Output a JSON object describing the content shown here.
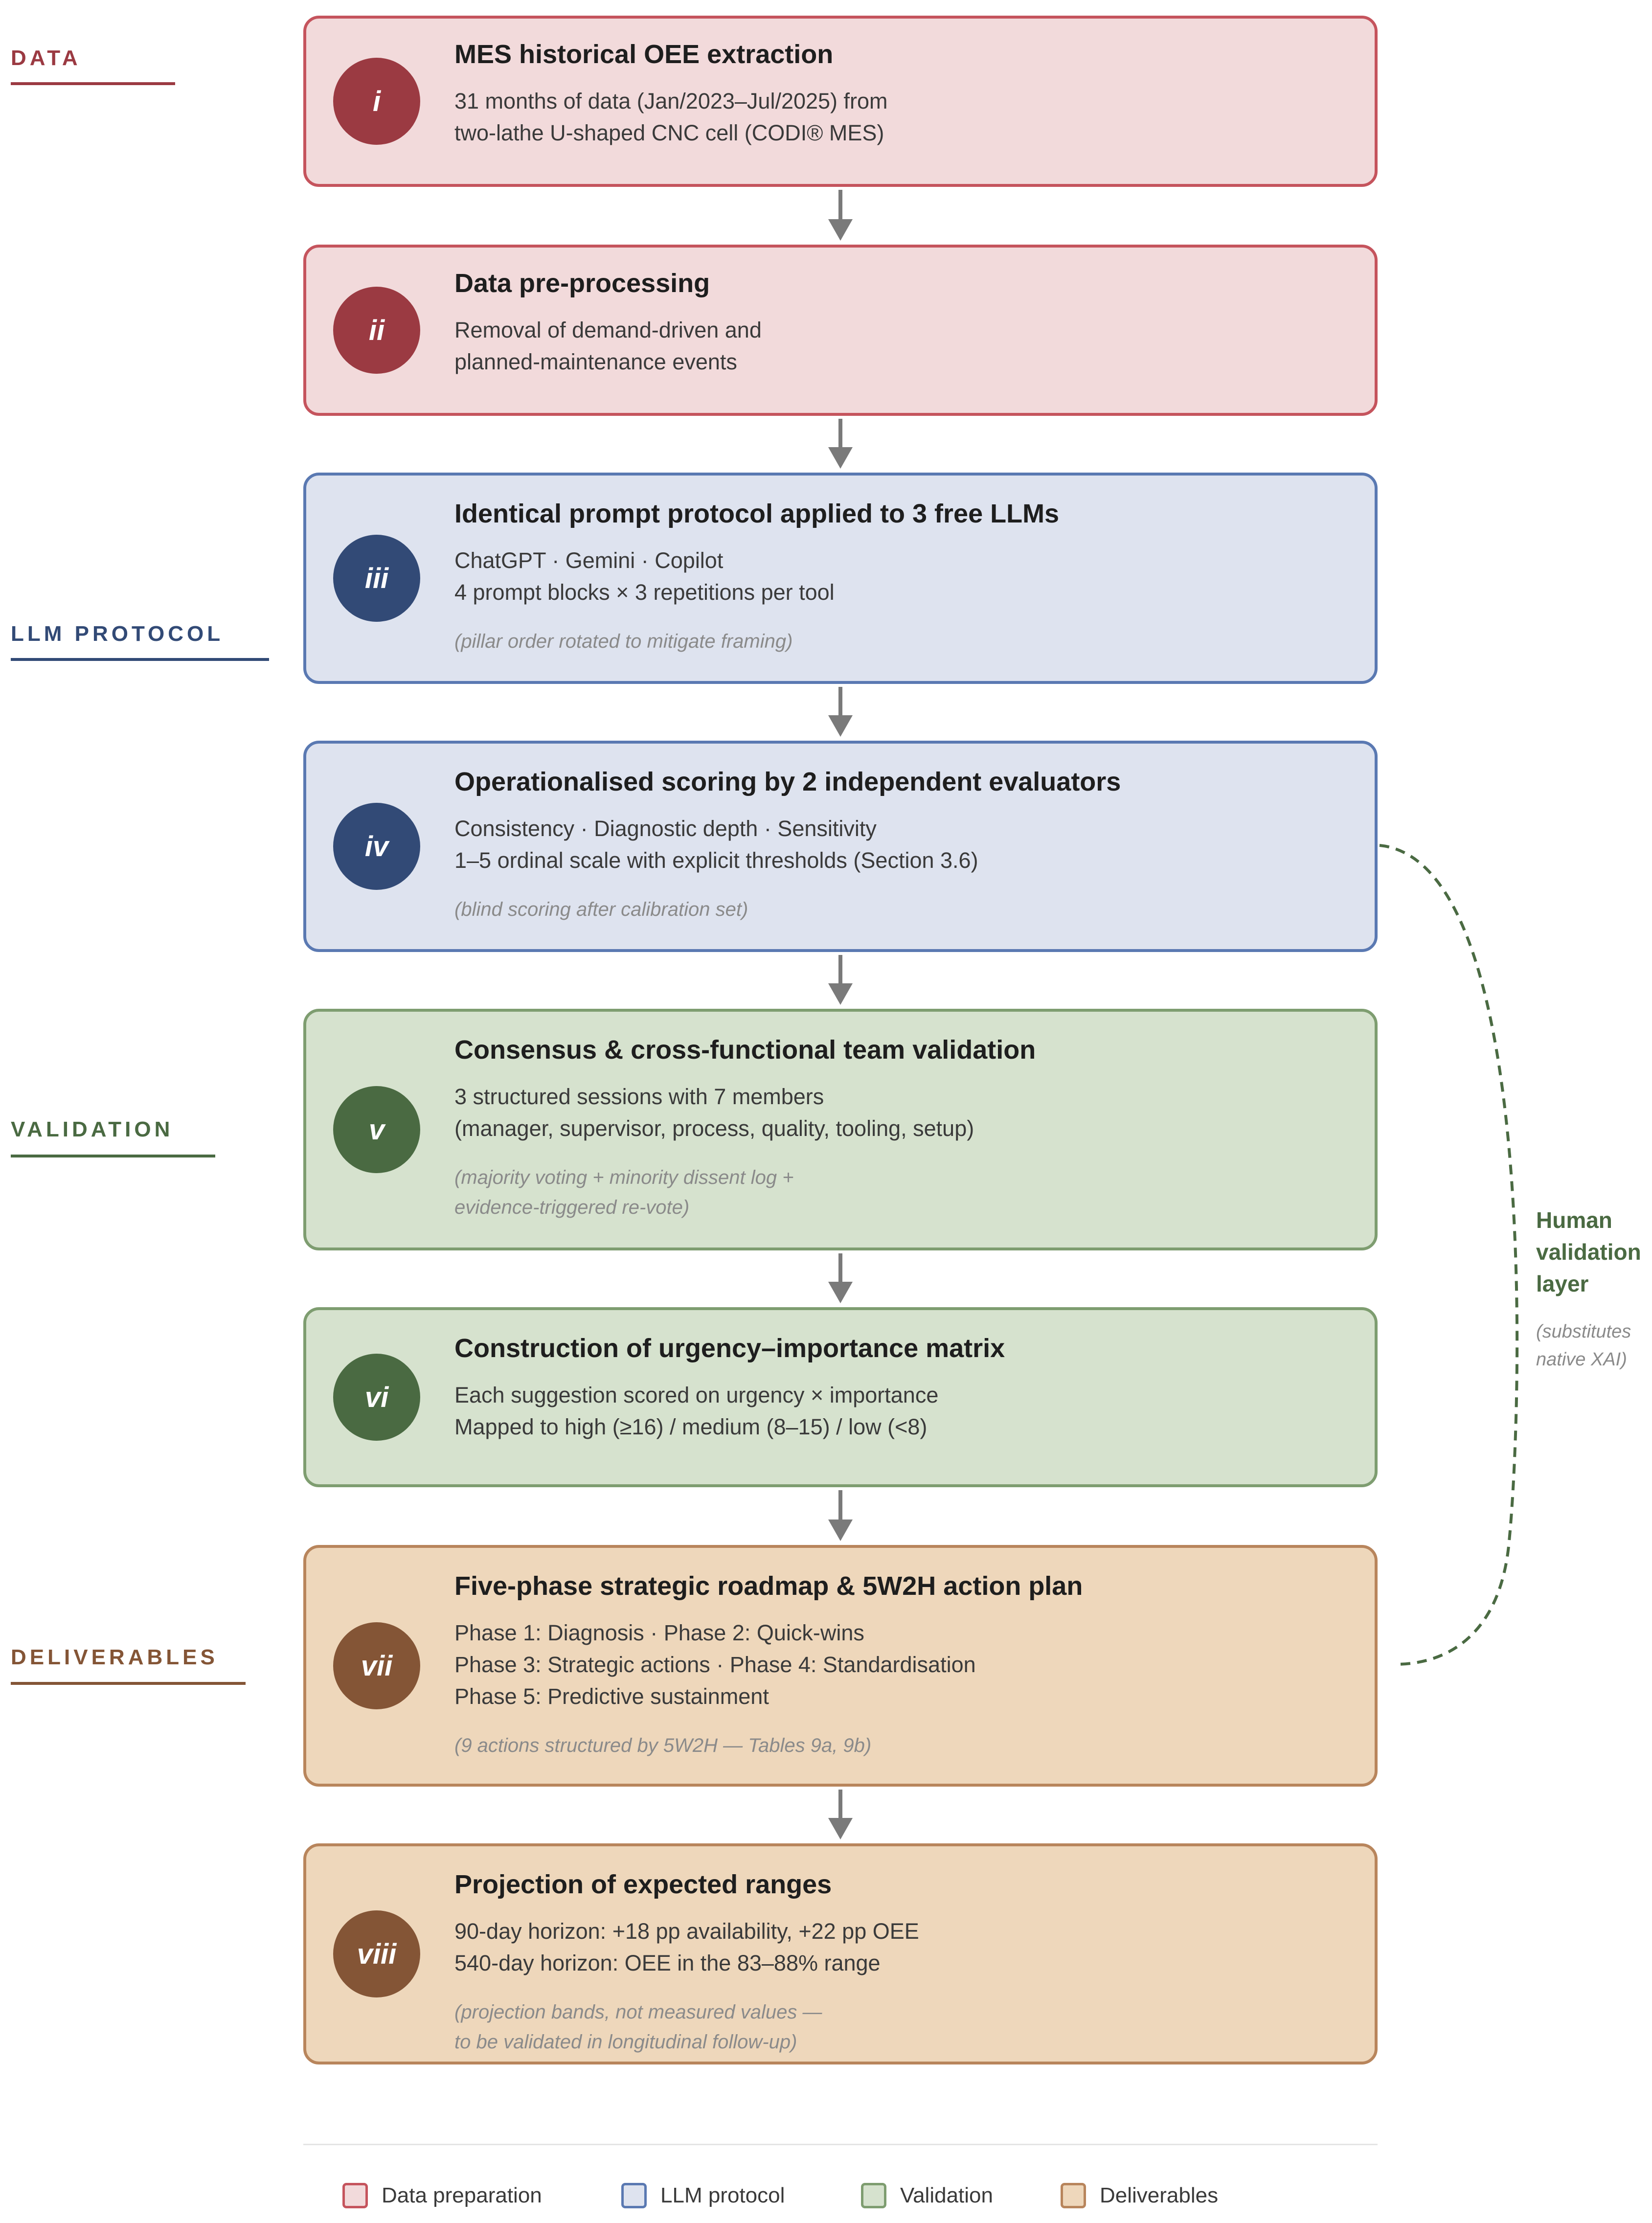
{
  "sections": [
    {
      "id": "data",
      "label": "DATA",
      "color": "#9b3a42"
    },
    {
      "id": "llm",
      "label": "LLM PROTOCOL",
      "color": "#324a76"
    },
    {
      "id": "validation",
      "label": "VALIDATION",
      "color": "#4a6a42"
    },
    {
      "id": "deliverables",
      "label": "DELIVERABLES",
      "color": "#845536"
    }
  ],
  "steps": [
    {
      "numeral": "i",
      "title": "MES historical OEE extraction",
      "lines": [
        "31 months of data (Jan/2023–Jul/2025) from",
        "two-lathe U-shaped CNC cell (CODI® MES)"
      ],
      "notes": []
    },
    {
      "numeral": "ii",
      "title": "Data pre-processing",
      "lines": [
        "Removal of demand-driven and",
        "planned-maintenance events"
      ],
      "notes": []
    },
    {
      "numeral": "iii",
      "title": "Identical prompt protocol applied to 3 free LLMs",
      "lines": [
        "ChatGPT · Gemini · Copilot",
        "4 prompt blocks × 3 repetitions per tool"
      ],
      "notes": [
        "(pillar order rotated to mitigate framing)"
      ]
    },
    {
      "numeral": "iv",
      "title": "Operationalised scoring by 2 independent evaluators",
      "lines": [
        "Consistency · Diagnostic depth · Sensitivity",
        "1–5 ordinal scale with explicit thresholds (Section 3.6)"
      ],
      "notes": [
        "(blind scoring after calibration set)"
      ]
    },
    {
      "numeral": "v",
      "title": "Consensus & cross-functional team validation",
      "lines": [
        "3 structured sessions with 7 members",
        "(manager, supervisor, process, quality, tooling, setup)"
      ],
      "notes": [
        "(majority voting + minority dissent log +",
        "evidence-triggered re-vote)"
      ]
    },
    {
      "numeral": "vi",
      "title": "Construction of urgency–importance matrix",
      "lines": [
        "Each suggestion scored on urgency × importance",
        "Mapped to high (≥16) / medium (8–15) / low (<8)"
      ],
      "notes": []
    },
    {
      "numeral": "vii",
      "title": "Five-phase strategic roadmap & 5W2H action plan",
      "lines": [
        "Phase 1: Diagnosis · Phase 2: Quick-wins",
        "Phase 3: Strategic actions · Phase 4: Standardisation",
        "Phase 5: Predictive sustainment"
      ],
      "notes": [
        "(9 actions structured by 5W2H — Tables 9a, 9b)"
      ]
    },
    {
      "numeral": "viii",
      "title": "Projection of expected ranges",
      "lines": [
        "90-day horizon: +18 pp availability, +22 pp OEE",
        "540-day horizon: OEE in the 83–88% range"
      ],
      "notes": [
        "(projection bands, not measured values —",
        "to be validated in longitudinal follow-up)"
      ]
    }
  ],
  "side_annotation": {
    "title_lines": [
      "Human",
      "validation",
      "layer"
    ],
    "sub_lines": [
      "(substitutes",
      "native XAI)"
    ],
    "color": "#4a6a42"
  },
  "legend": [
    {
      "label": "Data preparation",
      "fill": "#f2dadb",
      "stroke": "#c5545d"
    },
    {
      "label": "LLM protocol",
      "fill": "#dee3ef",
      "stroke": "#5a79b2"
    },
    {
      "label": "Validation",
      "fill": "#d6e2ce",
      "stroke": "#7e9d70"
    },
    {
      "label": "Deliverables",
      "fill": "#eed7bb",
      "stroke": "#b8855c"
    }
  ]
}
